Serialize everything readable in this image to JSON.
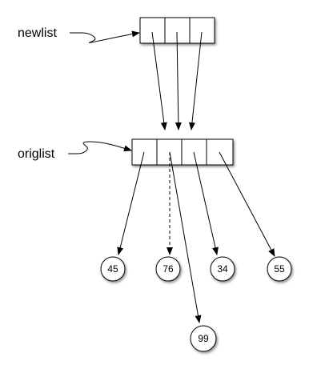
{
  "labels": {
    "newlist": "newlist",
    "origlist": "origlist"
  },
  "nodes": [
    "45",
    "76",
    "34",
    "55",
    "99"
  ],
  "colors": {
    "stroke": "#000000",
    "background": "#ffffff",
    "shadow": "#9a9a9a"
  }
}
